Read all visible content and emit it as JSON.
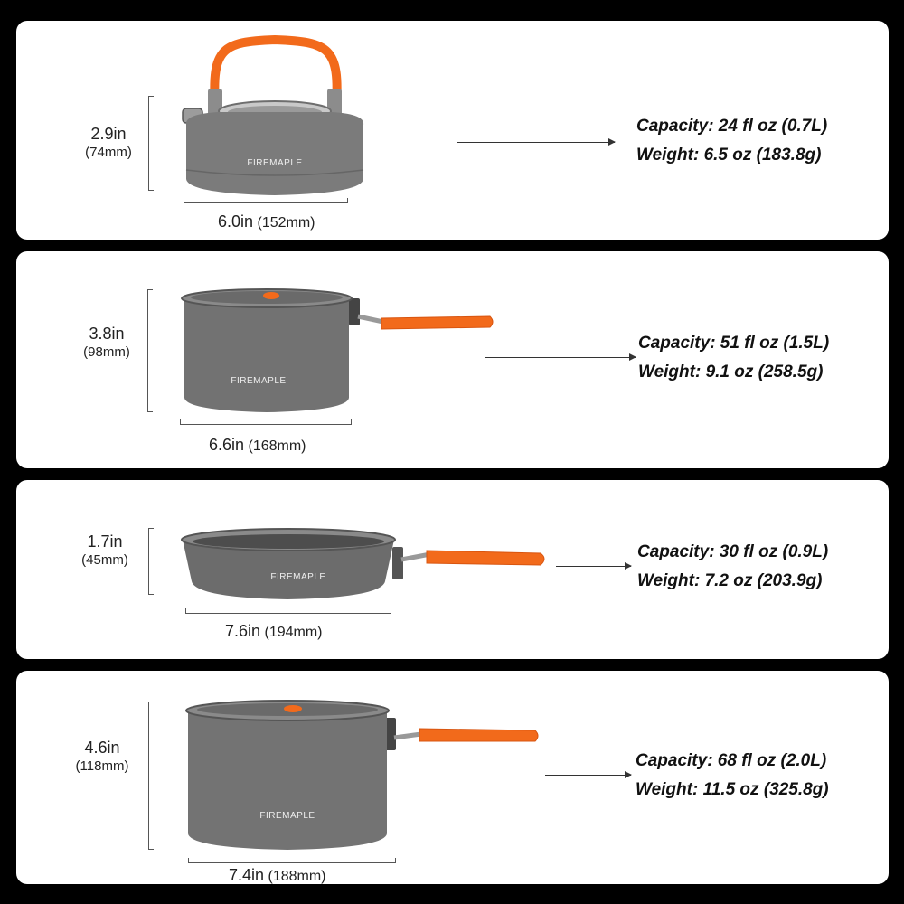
{
  "items": [
    {
      "name": "Kettle",
      "brand": "FIREMAPLE",
      "height_in": "2.9in",
      "height_mm": "(74mm)",
      "width_in": "6.0in",
      "width_mm": "(152mm)",
      "capacity": "Capacity: 24 fl oz (0.7L)",
      "weight": "Weight: 6.5 oz (183.8g)"
    },
    {
      "name": "Pot",
      "brand": "FIREMAPLE",
      "height_in": "3.8in",
      "height_mm": "(98mm)",
      "width_in": "6.6in",
      "width_mm": "(168mm)",
      "capacity": "Capacity: 51 fl oz (1.5L)",
      "weight": "Weight: 9.1 oz (258.5g)"
    },
    {
      "name": "Frying Pan",
      "brand": "FIREMAPLE",
      "height_in": "1.7in",
      "height_mm": "(45mm)",
      "width_in": "7.6in",
      "width_mm": "(194mm)",
      "capacity": "Capacity: 30 fl oz (0.9L)",
      "weight": "Weight: 7.2 oz (203.9g)"
    },
    {
      "name": "Large Pot",
      "brand": "FIREMAPLE",
      "height_in": "4.6in",
      "height_mm": "(118mm)",
      "width_in": "7.4in",
      "width_mm": "(188mm)",
      "capacity": "Capacity: 68 fl oz (2.0L)",
      "weight": "Weight: 11.5 oz (325.8g)"
    }
  ],
  "colors": {
    "background": "#000000",
    "panel": "#ffffff",
    "metal": "#7b7b7b",
    "handle": "#f26a1b"
  },
  "icons": [
    "kettle-icon",
    "pot-icon",
    "frying-pan-icon",
    "large-pot-icon"
  ]
}
